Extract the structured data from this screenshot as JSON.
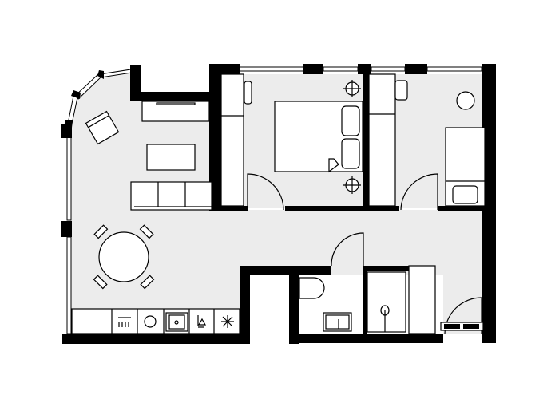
{
  "plan": {
    "colors": {
      "wall": "#000000",
      "floor": "#ececec",
      "furniture": "#ffffff",
      "background": "#ffffff"
    },
    "rooms": [
      "living-kitchen",
      "bedroom-1",
      "bedroom-2",
      "hallway",
      "bathroom"
    ]
  }
}
